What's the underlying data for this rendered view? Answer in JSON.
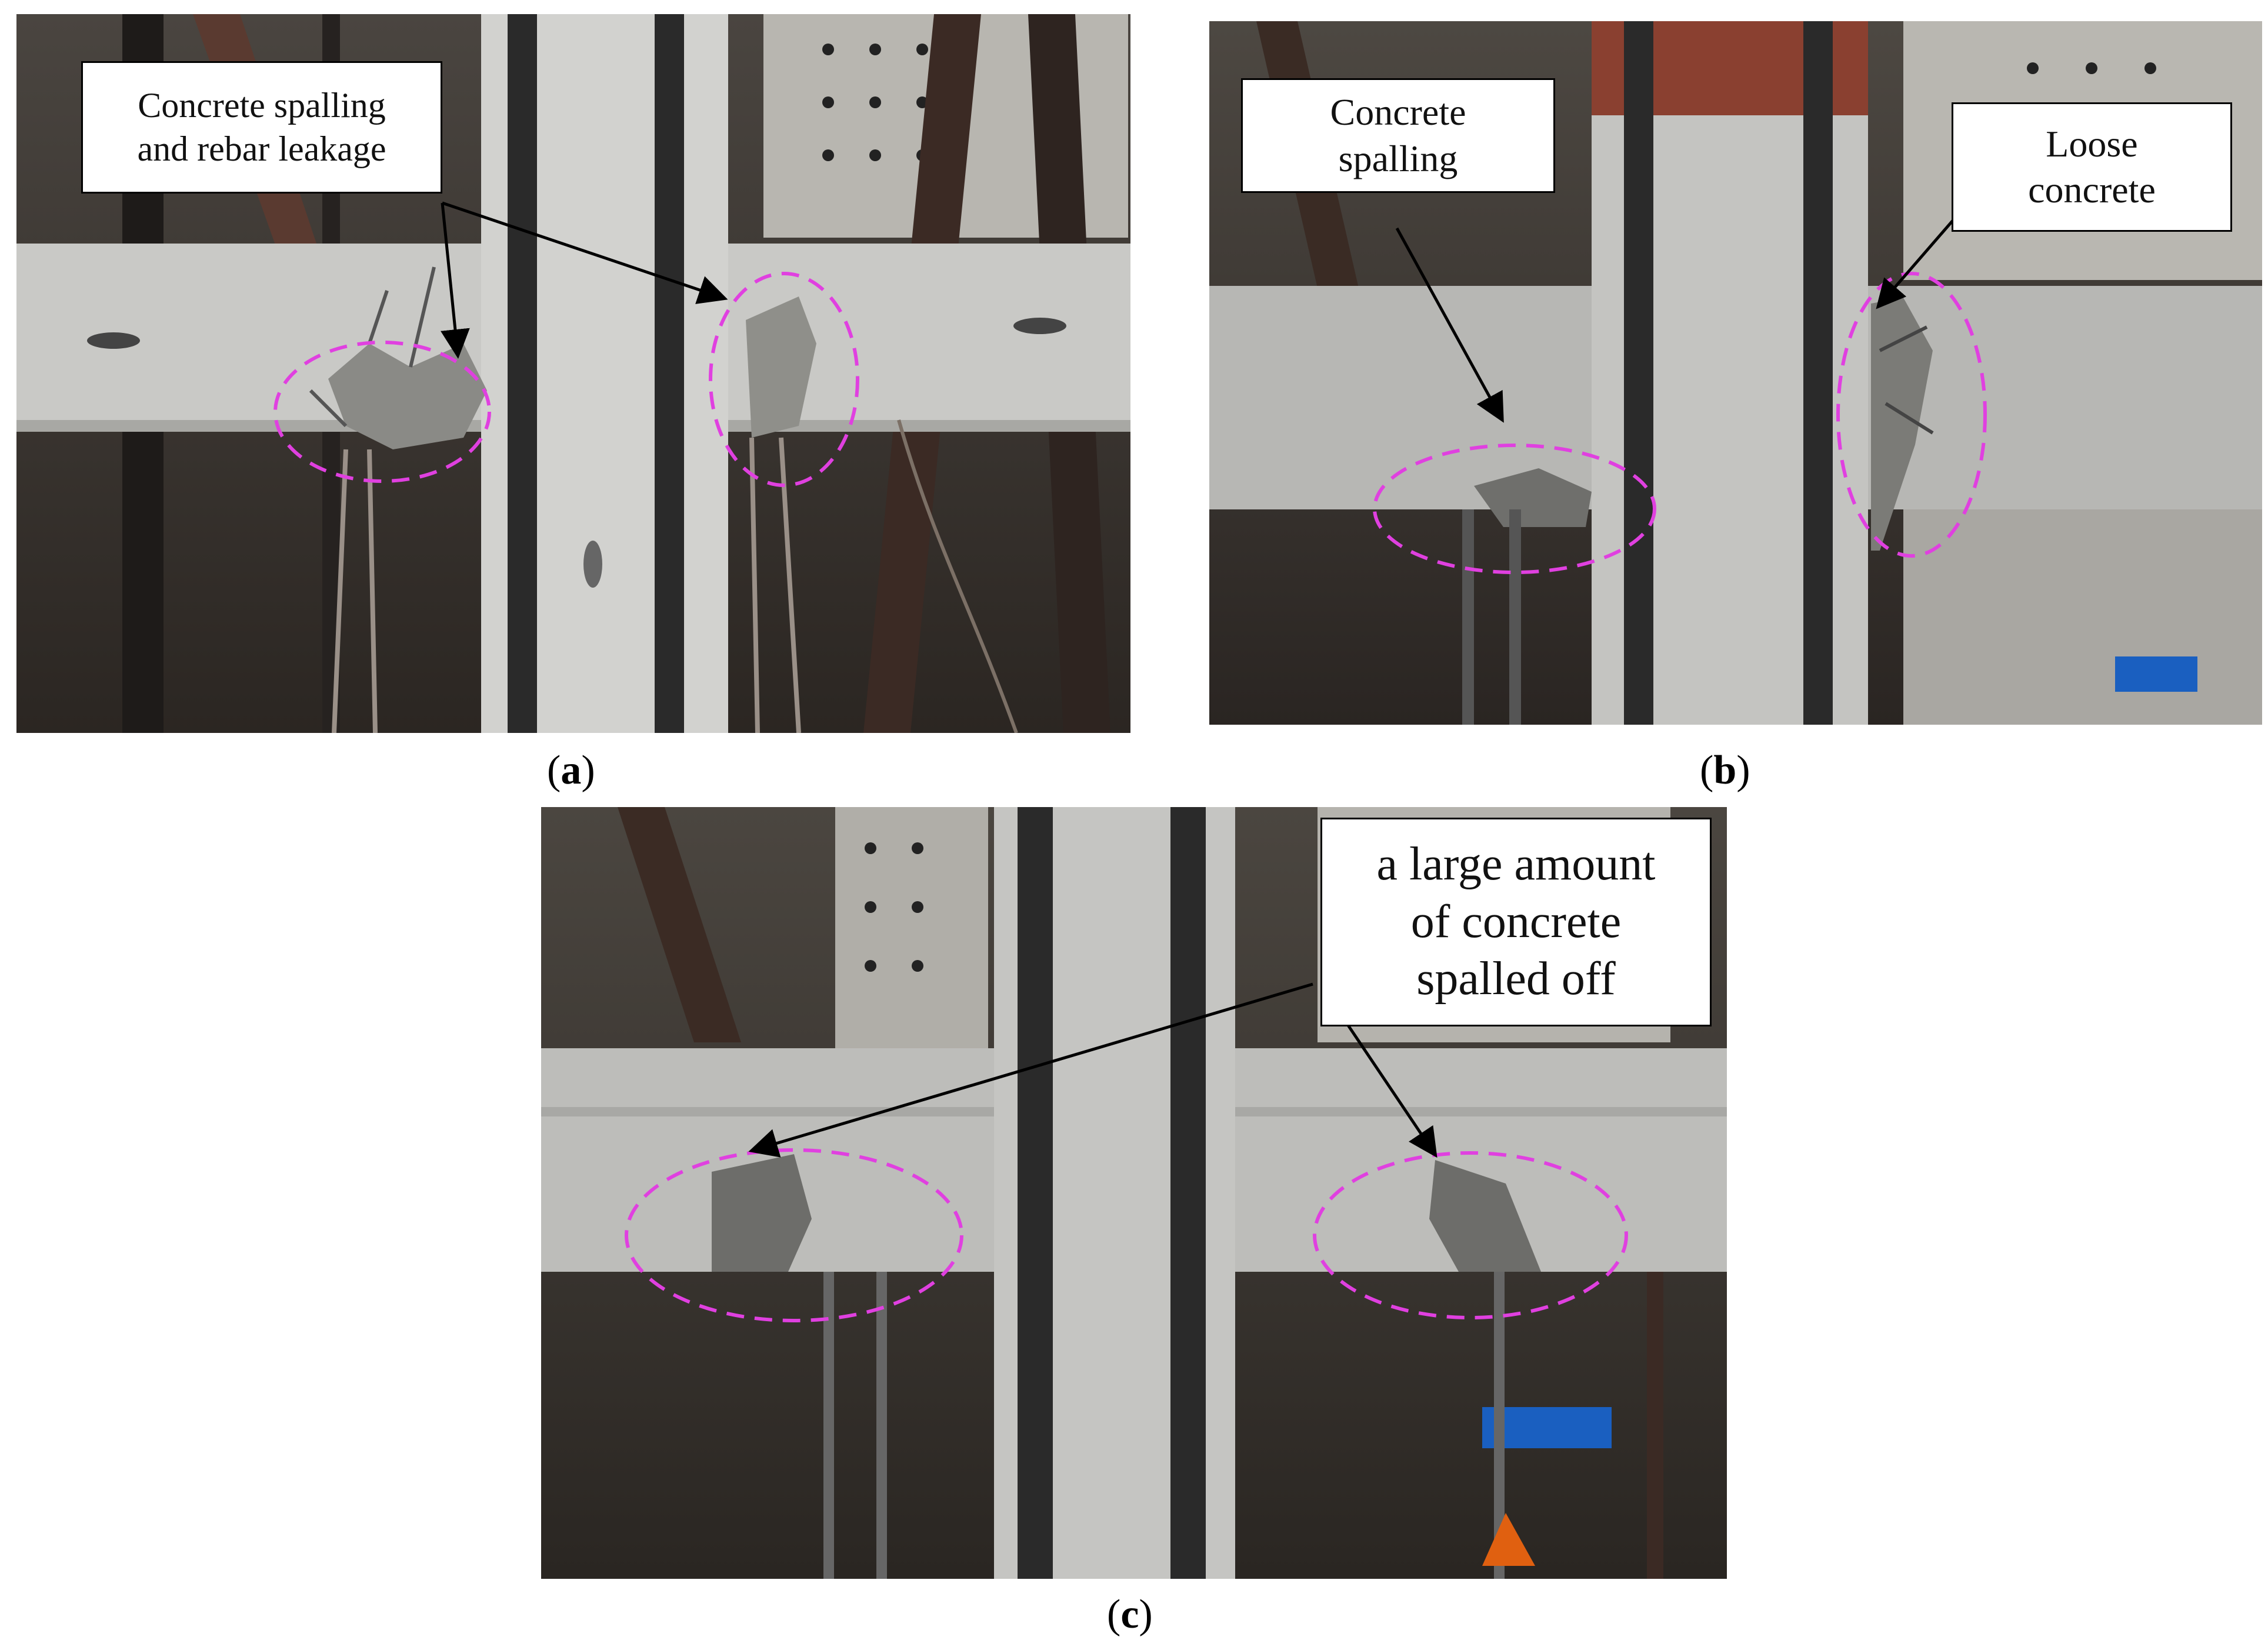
{
  "panels": {
    "a": {
      "letter": "a",
      "callouts": [
        "Concrete spalling\nand rebar leakage"
      ]
    },
    "b": {
      "letter": "b",
      "callouts": [
        "Concrete\nspalling",
        "Loose\nconcrete"
      ]
    },
    "c": {
      "letter": "c",
      "callouts": [
        "a large amount\nof concrete\nspalled off"
      ]
    }
  },
  "colors": {
    "ellipse": "#e040e0",
    "arrow": "#000000",
    "concrete": "#c9c9c6",
    "background": "#3a3530"
  }
}
